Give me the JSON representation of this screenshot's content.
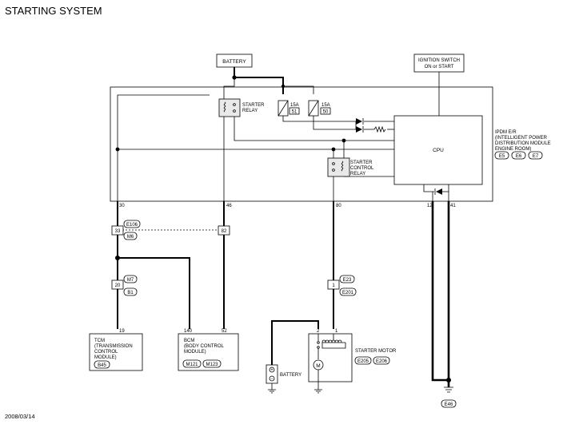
{
  "title": "STARTING SYSTEM",
  "footer_date": "2008/03/14",
  "battery_top": "BATTERY",
  "ignition_switch": [
    "IGNITION SWITCH",
    "ON or START"
  ],
  "starter_relay": [
    "STARTER",
    "RELAY"
  ],
  "fuse_51": {
    "rating": "15A",
    "number": "51"
  },
  "fuse_50": {
    "rating": "15A",
    "number": "50"
  },
  "cpu": "CPU",
  "ipdm": {
    "lines": [
      "IPDM E/R",
      "(INTELLIGENT POWER",
      "DISTRIBUTION MODULE",
      "ENGINE ROOM)"
    ],
    "connectors": [
      "E5",
      "E6",
      "E7"
    ]
  },
  "starter_control_relay": [
    "STARTER",
    "CONTROL",
    "RELAY"
  ],
  "ipdm_pins": {
    "p30": "30",
    "p46": "46",
    "p80": "80",
    "p12": "12",
    "p41": "41"
  },
  "joint_e106": {
    "connector_top": "E106",
    "connector_bottom": "M6",
    "pin_left": "33",
    "pin_right": "82"
  },
  "joint_m7": {
    "connector_top": "M7",
    "connector_bottom": "B1",
    "pin": "20"
  },
  "joint_e23": {
    "connector_top": "E23",
    "connector_bottom": "E201",
    "pin": "1"
  },
  "tcm": {
    "lines": [
      "TCM",
      "(TRANSMISSION",
      "CONTROL",
      "MODULE)"
    ],
    "connector": "B45",
    "pin": "19"
  },
  "bcm": {
    "lines": [
      "BCM",
      "(BODY CONTROL",
      "MODULE)"
    ],
    "connectors": [
      "M121",
      "M123"
    ],
    "pin_left": "140",
    "pin_right": "52"
  },
  "battery_bottom": "BATTERY",
  "starter_motor": {
    "label": "STARTER MOTOR",
    "connectors": [
      "E205",
      "E206"
    ],
    "pin_left": "2",
    "pin_right": "1",
    "motor_symbol": "M"
  },
  "ground_connector": "E46",
  "polarity": {
    "plus": "+",
    "minus": "−"
  }
}
